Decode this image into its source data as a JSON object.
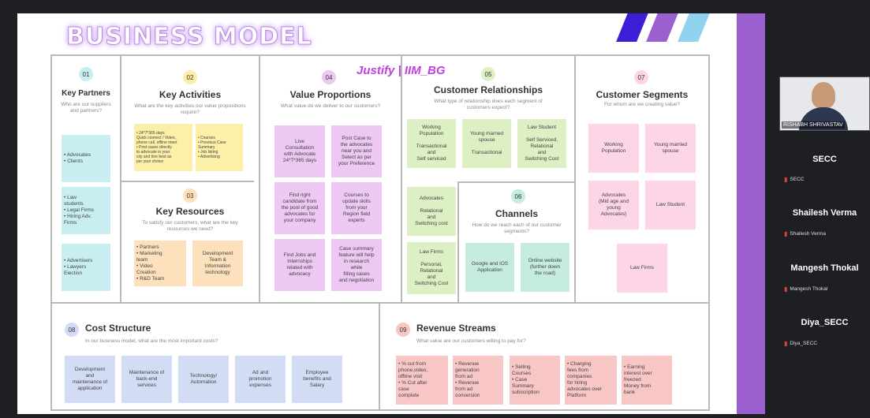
{
  "slide": {
    "title": "BUSINESS MODEL",
    "watermark": "Justify | IIM_BG",
    "colors": {
      "accent": "#9b5fd0"
    }
  },
  "key_partners": {
    "num": "01",
    "title": "Key Partners",
    "subtitle": "Who are our suppliers and partners?",
    "notes": [
      "• Advocates\n• Clients",
      "• Law\n  students\n• Legal Firms\n• Hiring Adv.\n  Firms",
      "• Advertisers\n• Lawyers\n  Election"
    ]
  },
  "key_activities": {
    "num": "02",
    "title": "Key Activities",
    "subtitle": "What are the key activities our value propositions require?",
    "notes": [
      "• 24*7*365 days\n  Quick connect / Video,\n  phone call, offline meet\n• Post cases directly\n  to advocate in your\n  city and hire best as\n  per your choice",
      "• Courses\n• Previous Case\n  Summary\n• Job listing\n• Advertising"
    ]
  },
  "key_resources": {
    "num": "03",
    "title": "Key Resources",
    "subtitle": "To satisfy our customers, what are the key resources we need?",
    "notes": [
      "• Partners\n• Marketing\n  team\n• Video\n  Creation\n• R&D Team",
      "Development\nTeam &\nInformation\ntechnology"
    ]
  },
  "value_propositions": {
    "num": "04",
    "title": "Value Proportions",
    "subtitle": "What value do we deliver to our customers?",
    "notes": [
      "Live\nConsultation\nwith Advocate\n24*7*365 days",
      "Post Case to\nthe advocates\nnear you and\nSelect as per\nyour Preference",
      "Find right\ncandidate from\nthe pool of good\nadvocates for\nyour company",
      "Courses to\nupdate skills\nfrom your\nRegion field\nexperts",
      "Find Jobs and\nInternships\nrelated with\nadvocacy",
      "Case summary\nfeature will help\nin research\nwhile\nfilling cases\nand negotiation"
    ]
  },
  "customer_relationships": {
    "num": "05",
    "title": "Customer Relationships",
    "subtitle": "What type of relationship does each segment of customers expect?",
    "notes": [
      "Working\nPopulation\n\nTransactional\nand\nSelf serviced",
      "Young married\nspouse\n\nTransactional",
      "Law Student\n\nSelf Serviced,\nRelational\nand\nSwitching Cost",
      "Advocates\n\nRelational\nand\nSwitching cost",
      "Law Firms\n\nPersonal,\nRelational\nand\nSwitching Cost"
    ]
  },
  "channels": {
    "num": "06",
    "title": "Channels",
    "subtitle": "How do we reach each of our customer segments?",
    "notes": [
      "Google and iOS\nApplication",
      "Online website\n(further down\nthe road)"
    ]
  },
  "customer_segments": {
    "num": "07",
    "title": "Customer Segments",
    "subtitle": "For whom are we creating value?",
    "notes": [
      "Working\nPopulation",
      "Young married\nspouse",
      "Advocates\n(Mid age and\nyoung\nAdvocates)",
      "Law Student",
      "Law Firms"
    ]
  },
  "cost_structure": {
    "num": "08",
    "title": "Cost Structure",
    "subtitle": "In our business model, what are the most important costs?",
    "notes": [
      "Development\nand\nmaintenance of\napplication",
      "Maintenance of\nback-end\nservices",
      "Technology/\nAutomation",
      "Ad and\npromotion\nexpenses",
      "Employee\nbenefits and\nSalary"
    ]
  },
  "revenue_streams": {
    "num": "09",
    "title": "Revenue Streams",
    "subtitle": "What value are our customers willing to pay for?",
    "notes": [
      "• % cut from\n  phone,video,\n  offline visit\n• % Cut after\n  case\n  complete",
      "• Revenue\n  generation\n  from ad\n• Revenue\n  from ad\n  conversion",
      "• Selling\n  Courses\n• Case\n  Summary\n  subscription",
      "• Charging\n  fees from\n  companies\n  for hiring\n  advocates over\n  Platform",
      "• Earning\n  interest over\n  freezed\n  Money from\n  bank"
    ]
  },
  "meeting": {
    "video_name": "RISHABH SHRIVASTAV",
    "participants": [
      {
        "name": "SECC",
        "label": "SECC"
      },
      {
        "name": "Shailesh Verma",
        "label": "Shailesh Verma"
      },
      {
        "name": "Mangesh Thokal",
        "label": "Mangesh Thokal"
      },
      {
        "name": "Diya_SECC",
        "label": "Diya_SECC"
      }
    ]
  }
}
